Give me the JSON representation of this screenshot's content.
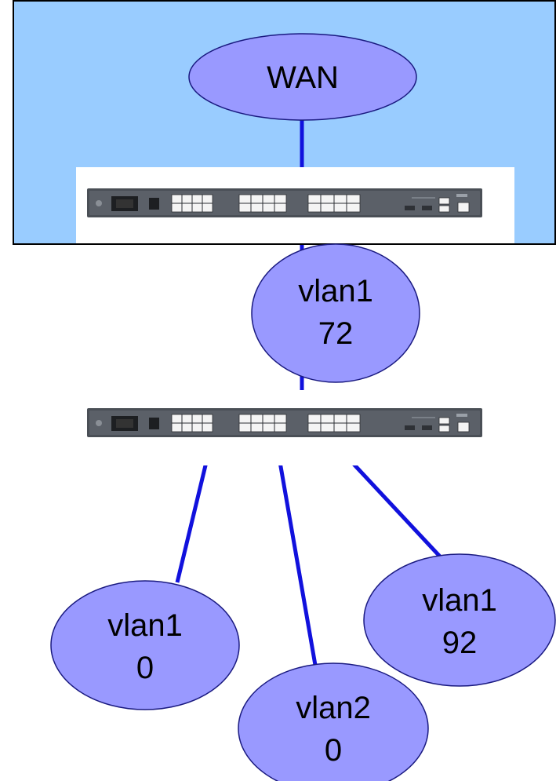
{
  "colors": {
    "wan_zone_fill": "#99CCFF",
    "wan_zone_border": "#000000",
    "ellipse_fill": "#9999FF",
    "ellipse_border": "#1A1A80",
    "link": "#1111DD",
    "switch_body": "#4A4F56"
  },
  "nodes": {
    "wan": {
      "label": "WAN"
    },
    "vlan172": {
      "line1": "vlan1",
      "line2": "72"
    },
    "vlan10": {
      "line1": "vlan1",
      "line2": "0"
    },
    "vlan20": {
      "line1": "vlan2",
      "line2": "0"
    },
    "vlan192": {
      "line1": "vlan1",
      "line2": "92"
    }
  },
  "devices": {
    "top_switch": {
      "icon": "network-switch-icon"
    },
    "bottom_switch": {
      "icon": "network-switch-icon"
    }
  }
}
